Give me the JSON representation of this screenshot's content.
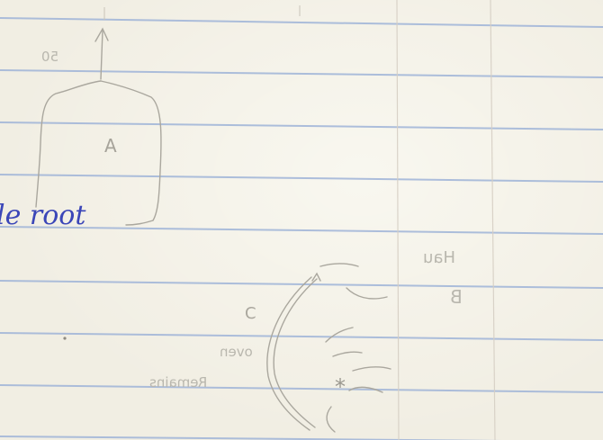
{
  "notebook": {
    "handwritten_note": "le root",
    "node_label": "A",
    "branch_labels": [
      "C"
    ],
    "faint_marks": {
      "top_mirror": "50",
      "right_mirror_1": "Hau",
      "right_mirror_2": "B",
      "curve_mirror_1": "oven",
      "curve_mirror_2": "Remains",
      "asterisk": "*"
    }
  },
  "colors": {
    "paper": "#f1eee3",
    "ruled_line": "#9fb4d8",
    "margin_line": "#d6cfc4",
    "ink": "#3b46b8",
    "pencil": "#a9a69c"
  }
}
